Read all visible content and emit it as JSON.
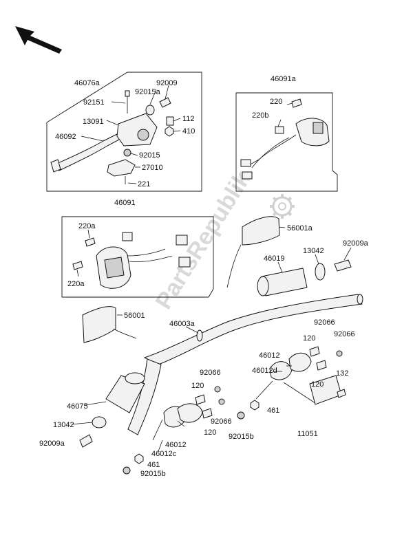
{
  "watermark": "PartsRepublik",
  "icons": {
    "orientation_arrow": "arrow-up-left-icon",
    "watermark_gear": "gear-icon"
  },
  "labels": {
    "l46076a": "46076a",
    "l92009": "92009",
    "l92151": "92151",
    "l92015a": "92015a",
    "l13091": "13091",
    "l112": "112",
    "l410": "410",
    "l46092": "46092",
    "l92015": "92015",
    "l27010": "27010",
    "l221": "221",
    "l46091a": "46091a",
    "l220": "220",
    "l220b": "220b",
    "l46091": "46091",
    "l220a_top": "220a",
    "l220a_bot": "220a",
    "l56001a": "56001a",
    "l13042_r": "13042",
    "l92009a_r": "92009a",
    "l46019": "46019",
    "l56001": "56001",
    "l46003a": "46003a",
    "l92066_a": "92066",
    "l120_a": "120",
    "l92066_b": "92066",
    "l46012_r": "46012",
    "l46012d": "46012d",
    "l120_b": "120",
    "l132": "132",
    "l92066_c": "92066",
    "l120_c": "120",
    "l461_r": "461",
    "l46075": "46075",
    "l92066_d": "92066",
    "l120_d": "120",
    "l92015b_r": "92015b",
    "l13042_l": "13042",
    "l46012_l": "46012",
    "l11051": "11051",
    "l92009a_l": "92009a",
    "l46012c": "46012c",
    "l461_l": "461",
    "l92015b_l": "92015b"
  }
}
